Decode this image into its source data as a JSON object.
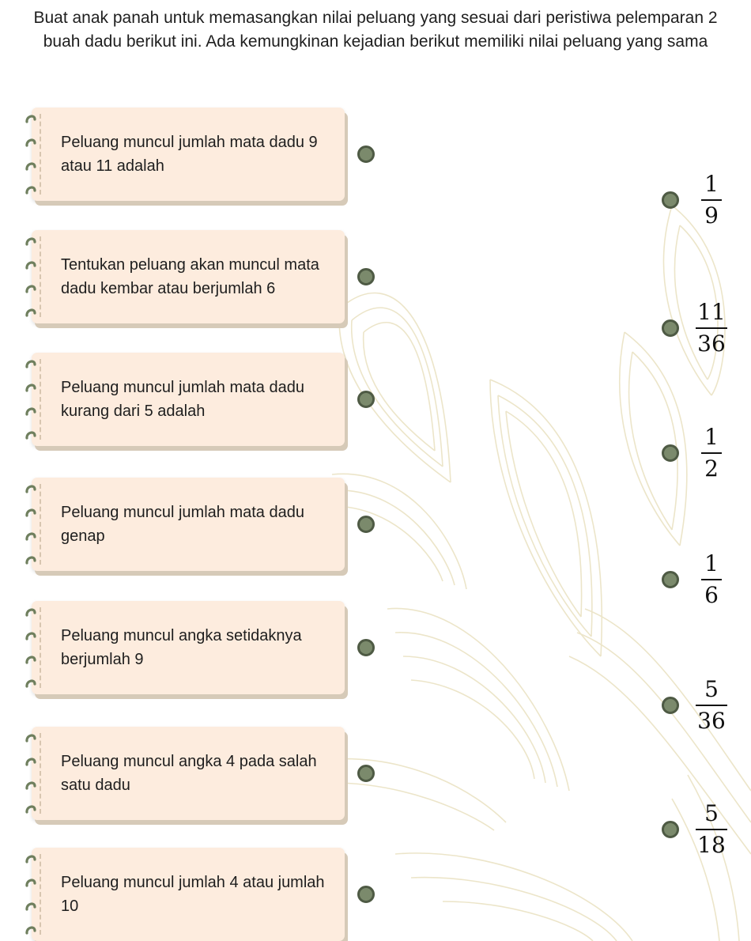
{
  "instruction": "Buat anak panah untuk memasangkan nilai peluang yang sesuai dari peristiwa pelemparan 2  buah dadu berikut ini. Ada kemungkinan kejadian berikut memiliki nilai peluang yang sama",
  "events": [
    {
      "label": "Peluang muncul jumlah mata dadu 9 atau 11 adalah"
    },
    {
      "label": "Tentukan peluang akan muncul mata dadu kembar atau berjumlah 6"
    },
    {
      "label": "Peluang muncul jumlah mata dadu kurang dari 5 adalah"
    },
    {
      "label": "Peluang muncul jumlah mata dadu genap"
    },
    {
      "label": "Peluang muncul angka setidaknya berjumlah 9"
    },
    {
      "label": "Peluang muncul angka 4 pada salah satu dadu"
    },
    {
      "label": "Peluang muncul jumlah 4 atau jumlah 10"
    }
  ],
  "probabilities": [
    {
      "numerator": "1",
      "denominator": "9"
    },
    {
      "numerator": "11",
      "denominator": "36"
    },
    {
      "numerator": "1",
      "denominator": "2"
    },
    {
      "numerator": "1",
      "denominator": "6"
    },
    {
      "numerator": "5",
      "denominator": "36"
    },
    {
      "numerator": "5",
      "denominator": "18"
    }
  ],
  "colors": {
    "card": "#fdecde",
    "card_shadow": "#d6cab8",
    "dot_fill": "#7b8a6c",
    "dot_border": "#4e5a44",
    "ring": "#6f7f5e",
    "leaf_line": "#ece5c9"
  }
}
